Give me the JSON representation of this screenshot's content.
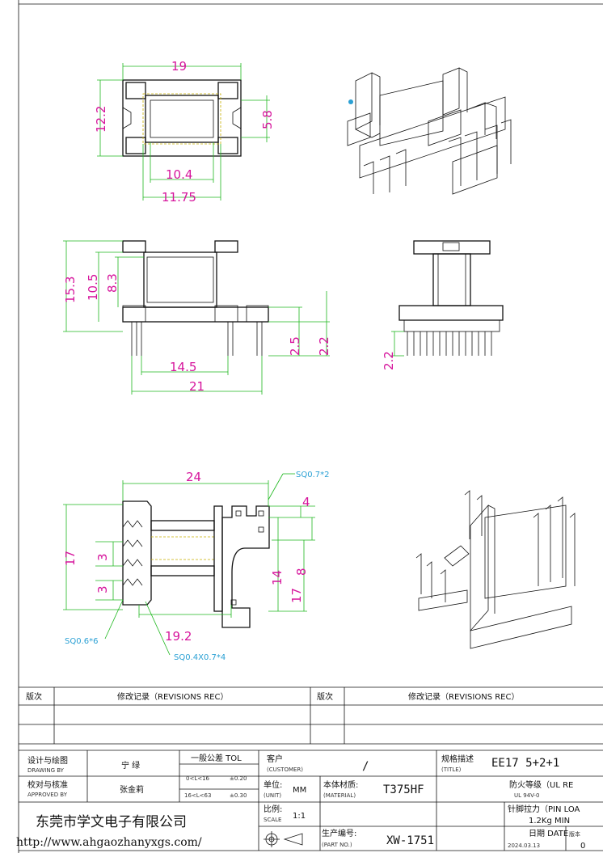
{
  "dimensions": {
    "top_view": {
      "width": "19",
      "height": "12.2",
      "window": "5.8",
      "inner_width": "10.4",
      "outer_width": "11.75"
    },
    "front_view": {
      "total_height": "15.3",
      "flange_height": "10.5",
      "winding_height": "8.3",
      "pin_length_1": "2.5",
      "pin_length_2": "2.2",
      "pin_pitch_span": "14.5",
      "base_width": "21"
    },
    "side_view": {
      "pin_length": "2.2"
    },
    "pin_view": {
      "width": "24",
      "height": "17",
      "pitch_a": "3",
      "pitch_b": "3",
      "right_pitch": "4",
      "span_14": "14",
      "span_8": "8",
      "span_17": "17",
      "base_span": "19.2",
      "pin_note_right": "SQ0.7*2",
      "pin_note_left": "SQ0.6*6",
      "pin_note_bottom": "SQ0.4X0.7*4"
    }
  },
  "revisions": {
    "col_no_left": "版次",
    "col_rec_left": "修改记录（REVISIONS REC）",
    "col_no_right": "版次",
    "col_rec_right": "修改记录（REVISIONS REC）"
  },
  "title_block": {
    "drawing_by_label": "设计与绘图",
    "drawing_by_label_en": "DRAWING BY",
    "drawing_by_value": "宁  绿",
    "approved_by_label": "校对与核准",
    "approved_by_label_en": "APPROVED BY",
    "approved_by_value": "张金莉",
    "tolerance_label": "一般公差 TOL",
    "tol_row1_range": "0<L<16",
    "tol_row1_value": "±0.20",
    "tol_row2_range": "16<L<63",
    "tol_row2_value": "±0.30",
    "customer_label": "客户",
    "customer_label_en": "(CUSTOMER)",
    "customer_value": "/",
    "spec_label": "规格描述",
    "spec_label_en": "(TITLE)",
    "spec_value": "EE17 5+2+1",
    "unit_label": "单位:",
    "unit_label_en": "(UNIT)",
    "unit_value": "MM",
    "material_label": "本体材质:",
    "material_label_en": "(MATERIAL)",
    "material_value": "T375HF",
    "flame_label": "防火等级（UL RE",
    "flame_value": "UL 94V-0",
    "scale_label": "比例:",
    "scale_label_en": "SCALE",
    "scale_value": "1:1",
    "pin_tension_label": "针脚拉力（PIN LOA",
    "pin_tension_value": "1.2Kg  MIN",
    "part_no_label": "生产编号:",
    "part_no_label_en": "(PART NO.)",
    "part_no_value": "XW-1751",
    "date_label": "日期 DATE",
    "date_value": "2024.03.13",
    "version_label": "版本",
    "version_value": "0",
    "company": "东莞市学文电子有限公司",
    "url": "http://www.ahgaozhanyxgs.com/"
  }
}
